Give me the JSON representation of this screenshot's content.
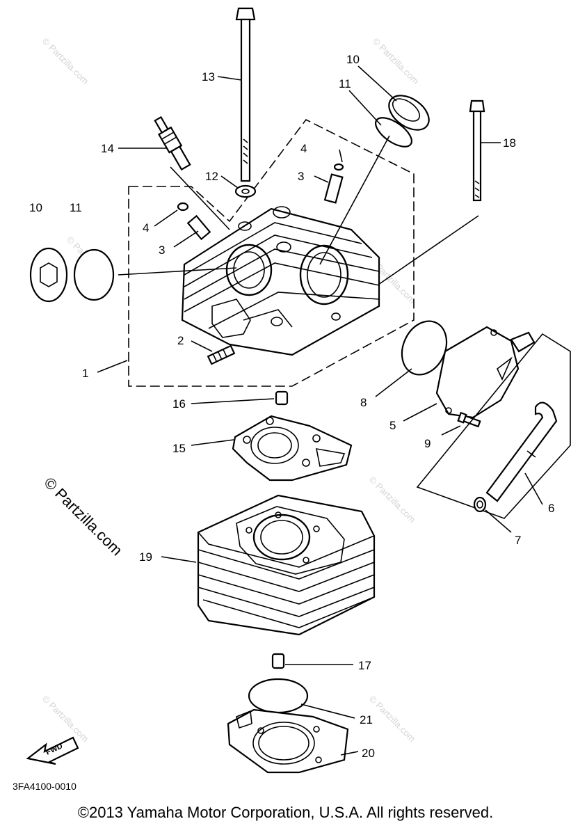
{
  "diagram": {
    "callouts": [
      {
        "id": "c1",
        "label": "1"
      },
      {
        "id": "c2",
        "label": "2"
      },
      {
        "id": "c3a",
        "label": "3"
      },
      {
        "id": "c3b",
        "label": "3"
      },
      {
        "id": "c4a",
        "label": "4"
      },
      {
        "id": "c4b",
        "label": "4"
      },
      {
        "id": "c5",
        "label": "5"
      },
      {
        "id": "c6",
        "label": "6"
      },
      {
        "id": "c7",
        "label": "7"
      },
      {
        "id": "c8",
        "label": "8"
      },
      {
        "id": "c9",
        "label": "9"
      },
      {
        "id": "c10a",
        "label": "10"
      },
      {
        "id": "c10b",
        "label": "10"
      },
      {
        "id": "c11a",
        "label": "11"
      },
      {
        "id": "c11b",
        "label": "11"
      },
      {
        "id": "c12",
        "label": "12"
      },
      {
        "id": "c13",
        "label": "13"
      },
      {
        "id": "c14",
        "label": "14"
      },
      {
        "id": "c15",
        "label": "15"
      },
      {
        "id": "c16",
        "label": "16"
      },
      {
        "id": "c17",
        "label": "17"
      },
      {
        "id": "c18",
        "label": "18"
      },
      {
        "id": "c19",
        "label": "19"
      },
      {
        "id": "c20",
        "label": "20"
      },
      {
        "id": "c21",
        "label": "21"
      }
    ],
    "fwd_label": "FWD",
    "diagram_code": "3FA4100-0010",
    "watermark_main": "© Partzilla.com",
    "watermark_faint": "© Partzilla.com"
  },
  "footer": {
    "copyright": "©2013  Yamaha Motor Corporation, U.S.A. All rights reserved."
  }
}
